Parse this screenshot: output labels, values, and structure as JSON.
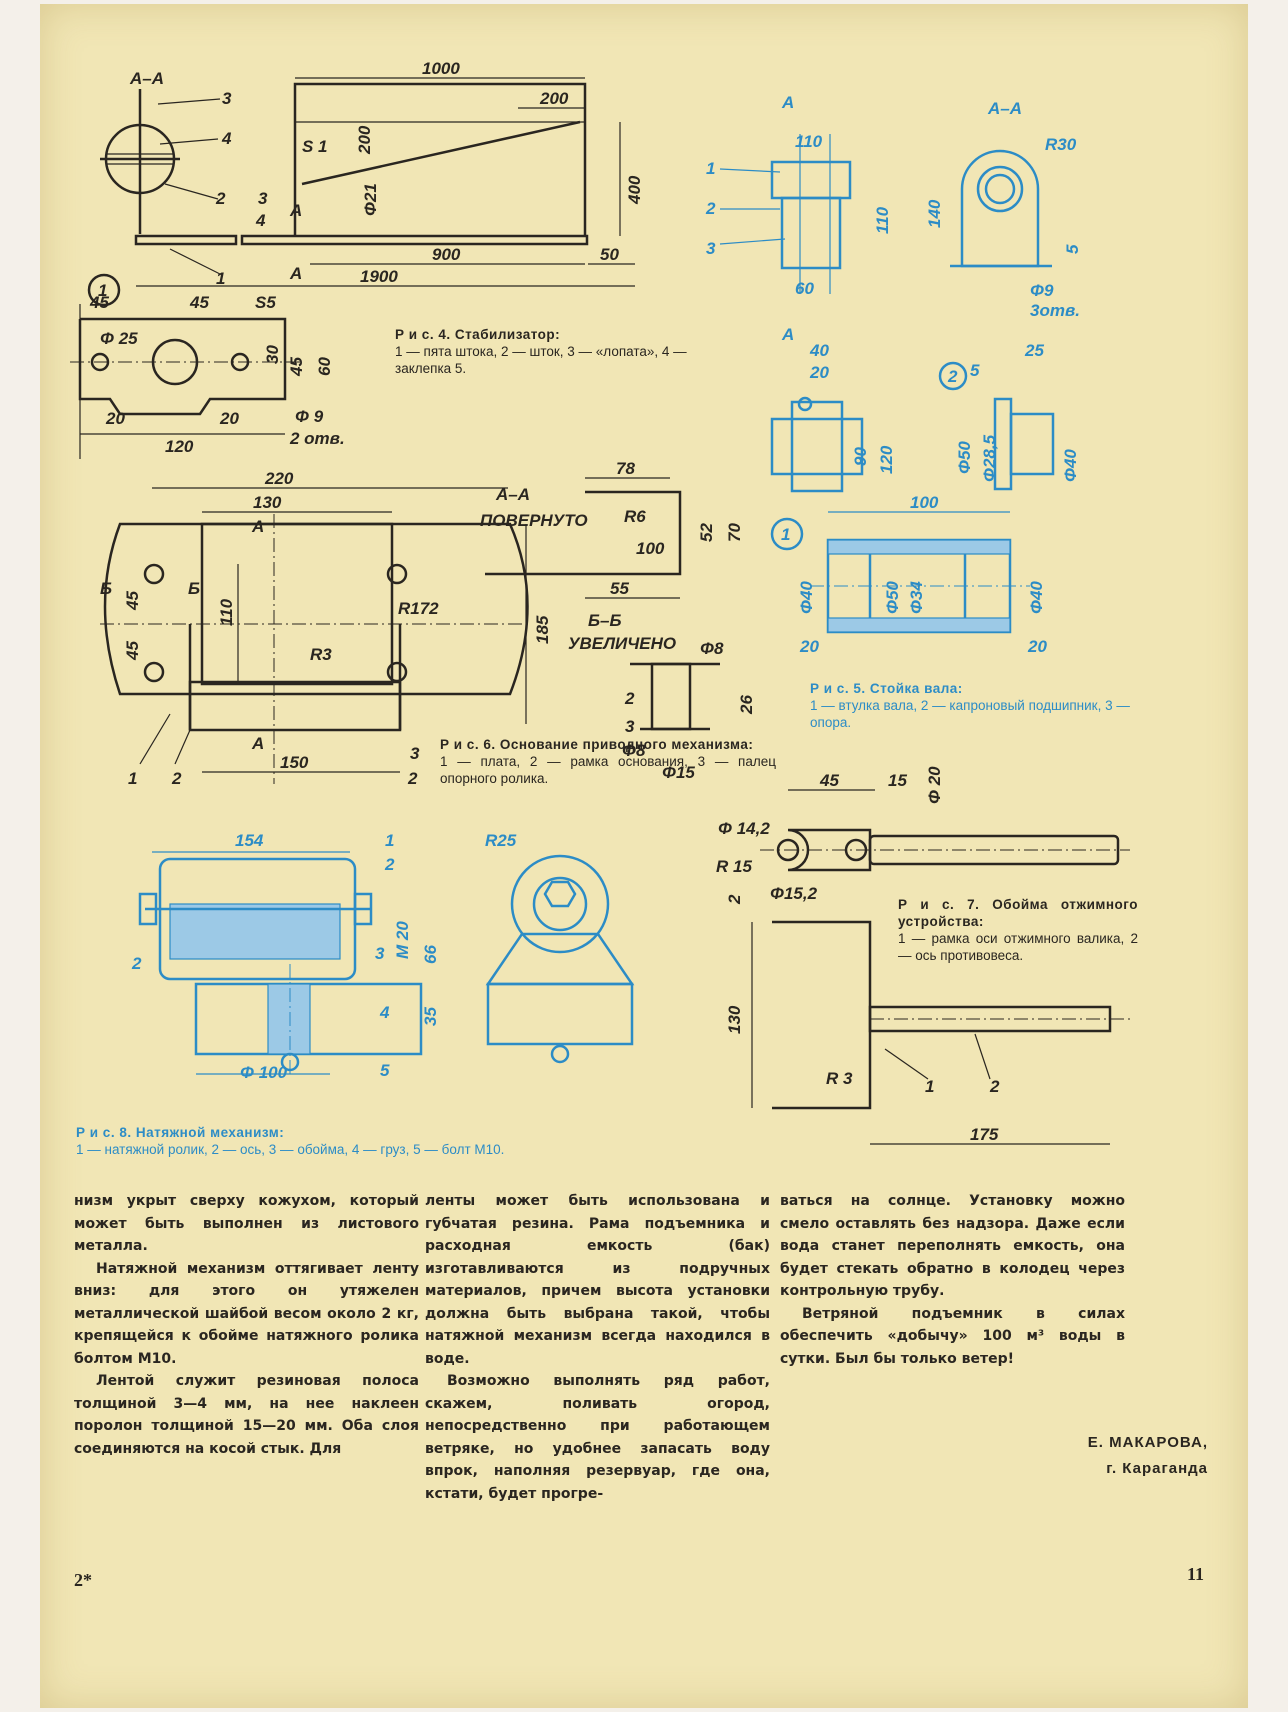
{
  "figures": {
    "fig4": {
      "labels": {
        "section": "А–А",
        "n1": "1",
        "n2": "2",
        "n3": "3",
        "n4": "4",
        "s1": "S 1"
      },
      "dims": {
        "d1000": "1000",
        "d200": "200",
        "d200v": "200",
        "d400": "400",
        "d21": "Φ21",
        "d900": "900",
        "d50": "50",
        "d1900": "1900",
        "secA": "А"
      },
      "detail": {
        "num": "1",
        "d45a": "45",
        "d45b": "45",
        "s5": "S5",
        "d25": "Φ 25",
        "d30": "30",
        "d45v": "45",
        "d60": "60",
        "d20a": "20",
        "d20b": "20",
        "d120": "120",
        "d9": "Φ 9",
        "holes": "2 отв."
      },
      "caption_title": "Р и с. 4. Стабилизатор:",
      "caption_body": "1 — пята штока, 2 — шток, 3 — «лопата», 4 — заклепка 5."
    },
    "fig5": {
      "labels": {
        "secA": "А",
        "section": "А–А",
        "n1": "1",
        "n2": "2",
        "n3": "3"
      },
      "dims": {
        "d110": "110",
        "d110v": "110",
        "d60": "60",
        "r30": "R30",
        "d140": "140",
        "d5": "5",
        "d9": "Φ9",
        "holes": "3отв.",
        "d40": "40",
        "d20": "20",
        "d90": "90",
        "d120": "120",
        "n2c": "2",
        "d5b": "5",
        "d25": "25",
        "d50": "Φ50",
        "d285": "Φ28,5",
        "d40v": "Φ40"
      },
      "detail": {
        "num": "1",
        "d100": "100",
        "d40a": "Φ40",
        "d50": "Φ50",
        "d34": "Φ34",
        "d40b": "Φ40",
        "d20a": "20",
        "d20b": "20"
      },
      "caption_title": "Р и с. 5. Стойка вала:",
      "caption_body": "1 — втулка вала, 2 — капроновый подшипник, 3 — опора."
    },
    "fig6": {
      "labels": {
        "n1": "1",
        "n2": "2",
        "n3": "3",
        "n2b": "2",
        "n2c": "2",
        "n3b": "3",
        "secA": "А",
        "secB1": "Б",
        "secB2": "Б"
      },
      "dims": {
        "d220": "220",
        "d130": "130",
        "d45a": "45",
        "d45b": "45",
        "d110": "110",
        "r172": "R172",
        "r3": "R3",
        "d185": "185",
        "d150": "150"
      },
      "sectionAA": {
        "title": "А–А",
        "sub": "ПОВЕРНУТО",
        "d78": "78",
        "r6": "R6",
        "d100": "100",
        "d52": "52",
        "d70": "70",
        "d55": "55"
      },
      "sectionBB": {
        "title": "Б–Б",
        "sub": "УВЕЛИЧЕНО",
        "d8a": "Φ8",
        "d26": "26",
        "d8b": "Φ8",
        "d15": "Φ15"
      },
      "caption_title": "Р и с. 6. Основание приводного механизма:",
      "caption_body": "1 — плата, 2 — рамка основания, 3 — палец опорного ролика."
    },
    "fig7": {
      "dims": {
        "d45": "45",
        "d15": "15",
        "d20": "Φ 20",
        "d142": "Φ 14,2",
        "r15": "R 15",
        "d152": "Φ15,2",
        "d2": "2",
        "d130": "130",
        "r3": "R 3",
        "d175": "175"
      },
      "labels": {
        "n1": "1",
        "n2": "2"
      },
      "caption_title": "Р и с. 7. Обойма отжимного устройства:",
      "caption_body": "1 — рамка оси отжимного валика, 2 — ось противовеса."
    },
    "fig8": {
      "dims": {
        "d154": "154",
        "m20": "M 20",
        "d66": "66",
        "d35": "35",
        "d100": "Φ 100",
        "r25": "R25",
        "d2": "2"
      },
      "labels": {
        "n1": "1",
        "n2": "2",
        "n3": "3",
        "n4": "4",
        "n5": "5"
      },
      "caption_title": "Р и с. 8. Натяжной механизм:",
      "caption_body": "1 — натяжной ролик, 2 — ось, 3 — обойма, 4 — груз, 5 — болт М10."
    }
  },
  "article": {
    "col1": [
      "низм укрыт сверху кожухом, который может быть выполнен из листового металла.",
      "Натяжной механизм оттягивает ленту вниз: для этого он утяжелен металлической шайбой весом около 2 кг, крепящейся к обойме натяжного ролика болтом М10.",
      "Лентой служит резиновая полоса толщиной 3—4 мм, на нее наклеен поролон толщиной 15—20 мм. Оба слоя соединяются на косой стык. Для"
    ],
    "col2": [
      "ленты может быть использована и губчатая резина. Рама подъемника и расходная емкость (бак) изготавливаются из подручных материалов, причем высота установки должна быть выбрана такой, чтобы натяжной механизм всегда находился в воде.",
      "Возможно выполнять ряд работ, скажем, поливать огород, непосредственно при работающем ветряке, но удобнее запасать воду впрок, наполняя резервуар, где она, кстати, будет прогре-"
    ],
    "col3": [
      "ваться на солнце. Установку можно смело оставлять без надзора. Даже если вода станет переполнять емкость, она будет стекать обратно в колодец через контрольную трубу.",
      "Ветряной подъемник в силах обеспечить «добычу» 100 м³ воды в сутки. Был бы только ветер!"
    ]
  },
  "signature": {
    "author": "Е. МАКАРОВА,",
    "city": "г. Караганда"
  },
  "footer": {
    "left": "2*",
    "page": "11"
  },
  "colors": {
    "paper": "#f1e6b5",
    "ink": "#2a2620",
    "blue": "#2c8cc6"
  }
}
